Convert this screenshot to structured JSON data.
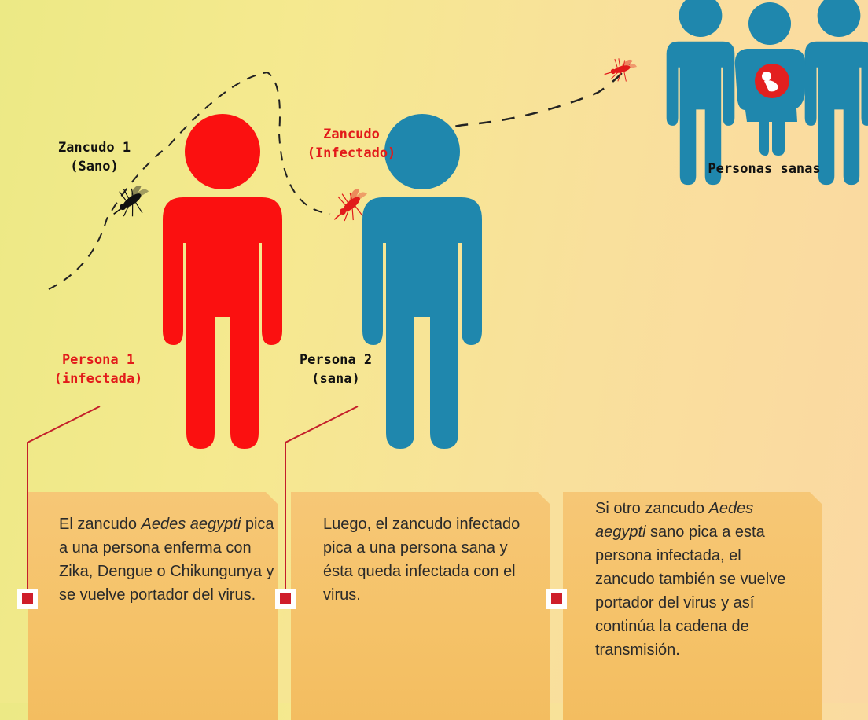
{
  "labels": {
    "mosquito1": [
      "Zancudo 1",
      "(Sano)"
    ],
    "mosquito_infected": [
      "Zancudo",
      "(Infectado)"
    ],
    "person1": [
      "Persona 1",
      "(infectada)"
    ],
    "person2": [
      "Persona 2",
      "(sana)"
    ],
    "healthy_group": "Personas sanas"
  },
  "cards": [
    {
      "text_before": "El zancudo ",
      "italic": "Aedes aegypti",
      "text_after": " pica a una persona enferma con Zika, Dengue o Chikungunya y se vuelve portador del virus."
    },
    {
      "text_before": "Luego, el zancudo infectado pica a una persona sana y ésta queda infectada con el virus.",
      "italic": "",
      "text_after": ""
    },
    {
      "text_before": "Si otro zancudo ",
      "italic": "Aedes aegypti",
      "text_after": " sano pica a esta persona infectada, el zancudo también se vuelve portador del virus y así continúa la cadena de transmisión."
    }
  ],
  "colors": {
    "infected": "#fb1010",
    "healthy": "#1f87ad",
    "accent": "#cf1e2a"
  },
  "icons": [
    "mosquito-icon",
    "person-icon",
    "pregnant-person-icon",
    "baby-icon"
  ]
}
